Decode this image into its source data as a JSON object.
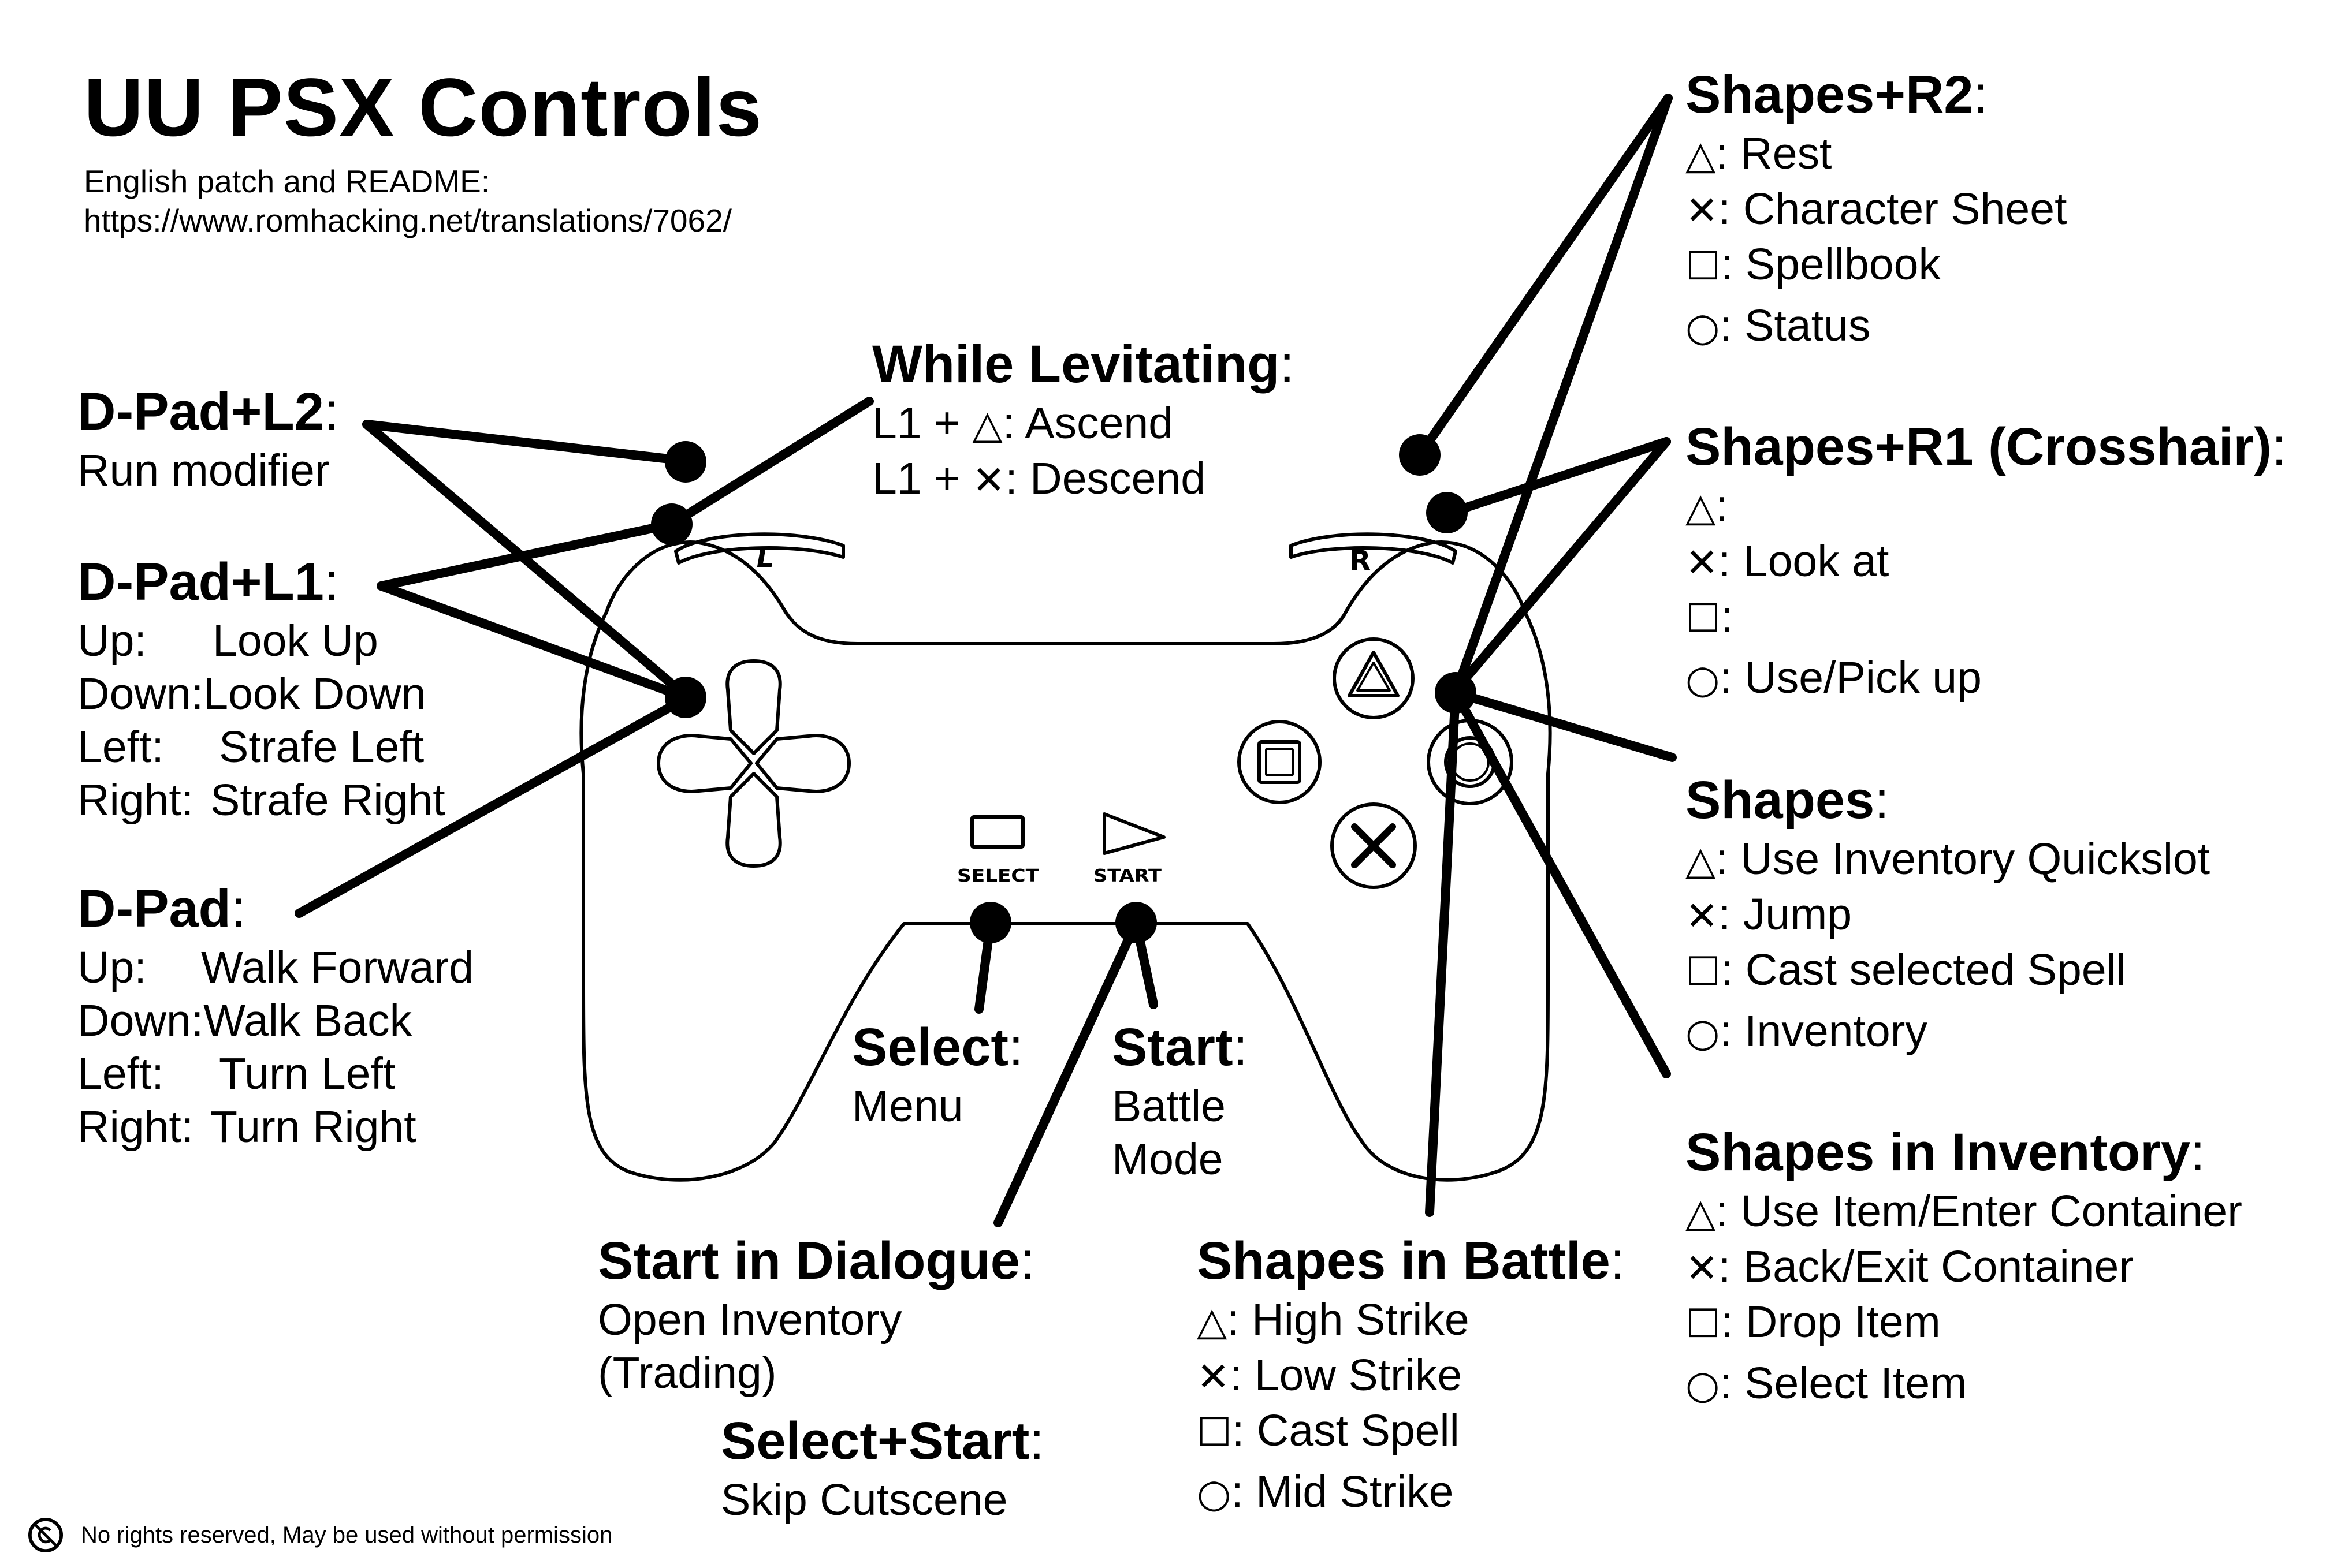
{
  "title": "UU PSX Controls",
  "subtitle": {
    "line1": "English patch and README:",
    "line2": "https://www.romhacking.net/translations/7062/"
  },
  "controller": {
    "l_label": "L",
    "r_label": "R",
    "select_label": "SELECT",
    "start_label": "START"
  },
  "sections": {
    "dpad_l2": {
      "title": "D-Pad+L2",
      "colon": ":",
      "lines": [
        {
          "text": "Run modifier"
        }
      ]
    },
    "dpad_l1": {
      "title": "D-Pad+L1",
      "colon": ":",
      "lines": [
        {
          "key": "Up:",
          "text": "Look Up"
        },
        {
          "key": "Down:",
          "text": "Look Down"
        },
        {
          "key": "Left:",
          "text": "Strafe Left"
        },
        {
          "key": "Right:",
          "text": "Strafe Right"
        }
      ]
    },
    "dpad": {
      "title": "D-Pad",
      "colon": ":",
      "lines": [
        {
          "key": "Up:",
          "text": "Walk Forward"
        },
        {
          "key": "Down:",
          "text": "Walk Back"
        },
        {
          "key": "Left:",
          "text": "Turn Left"
        },
        {
          "key": "Right:",
          "text": "Turn Right"
        }
      ]
    },
    "levitating": {
      "title": "While Levitating",
      "colon": ":",
      "lines": [
        {
          "prefix": "L1 + ",
          "glyph": "△",
          "text": ": Ascend"
        },
        {
          "prefix": "L1 + ",
          "glyph": "✕",
          "text": ": Descend"
        }
      ]
    },
    "select": {
      "title": "Select",
      "colon": ":",
      "lines": [
        {
          "text": "Menu"
        }
      ]
    },
    "start": {
      "title": "Start",
      "colon": ":",
      "lines": [
        {
          "text": "Battle"
        },
        {
          "text": "Mode"
        }
      ]
    },
    "start_dialogue": {
      "title": "Start in Dialogue",
      "colon": ":",
      "lines": [
        {
          "text": "Open Inventory"
        },
        {
          "text": "(Trading)"
        }
      ]
    },
    "select_start": {
      "title": "Select+Start",
      "colon": ":",
      "lines": [
        {
          "text": "Skip Cutscene"
        }
      ]
    },
    "shapes_battle": {
      "title": "Shapes in Battle",
      "colon": ":",
      "lines": [
        {
          "glyph": "△",
          "text": ": High Strike"
        },
        {
          "glyph": "✕",
          "text": ": Low Strike"
        },
        {
          "glyph": "☐",
          "text": ": Cast Spell"
        },
        {
          "glyph": "○",
          "text": ": Mid Strike"
        }
      ]
    },
    "shapes_r2": {
      "title": "Shapes+R2",
      "colon": ":",
      "lines": [
        {
          "glyph": "△",
          "text": ": Rest"
        },
        {
          "glyph": "✕",
          "text": ": Character Sheet"
        },
        {
          "glyph": "☐",
          "text": ": Spellbook"
        },
        {
          "glyph": "○",
          "text": ": Status"
        }
      ]
    },
    "shapes_r1": {
      "title": "Shapes+R1 (Crosshair)",
      "colon": ":",
      "lines": [
        {
          "glyph": "△",
          "text": ":"
        },
        {
          "glyph": "✕",
          "text": ": Look at"
        },
        {
          "glyph": "☐",
          "text": ":"
        },
        {
          "glyph": "○",
          "text": ": Use/Pick up"
        }
      ]
    },
    "shapes": {
      "title": "Shapes",
      "colon": ":",
      "lines": [
        {
          "glyph": "△",
          "text": ": Use Inventory Quickslot"
        },
        {
          "glyph": "✕",
          "text": ": Jump"
        },
        {
          "glyph": "☐",
          "text": ": Cast selected Spell"
        },
        {
          "glyph": "○",
          "text": ": Inventory"
        }
      ]
    },
    "shapes_inventory": {
      "title": "Shapes in Inventory",
      "colon": ":",
      "lines": [
        {
          "glyph": "△",
          "text": ": Use Item/Enter Container"
        },
        {
          "glyph": "✕",
          "text": ": Back/Exit Container"
        },
        {
          "glyph": "☐",
          "text": ": Drop Item"
        },
        {
          "glyph": "○",
          "text": ": Select Item"
        }
      ]
    }
  },
  "footer": {
    "icon": "no-rights-icon",
    "text": "No rights reserved, May be used without permission"
  }
}
